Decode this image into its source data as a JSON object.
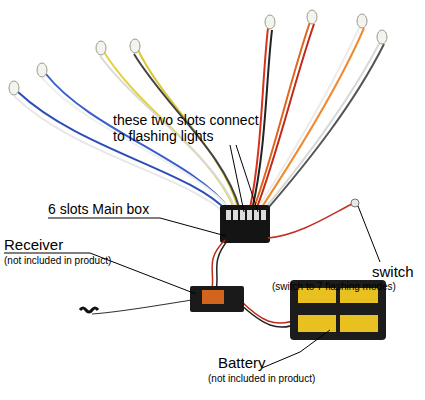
{
  "diagram": {
    "labels": [
      "these two slots connect to flashing lights",
      "6 slots Main box",
      "Receiver",
      "(not included in product)",
      "switch",
      "(switch to 7 flashing modes)",
      "Battery",
      "(not included in product)"
    ]
  }
}
